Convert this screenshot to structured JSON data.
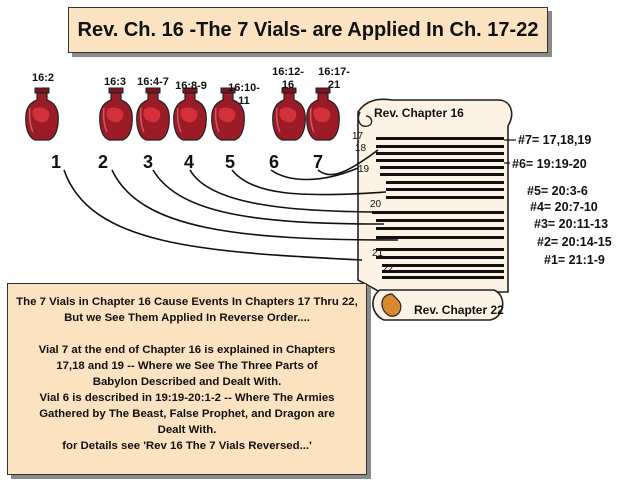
{
  "title": "Rev. Ch. 16  -The 7 Vials-  are Applied In Ch. 17-22",
  "vials": [
    {
      "number": "1",
      "ref": "16:2"
    },
    {
      "number": "2",
      "ref": "16:3"
    },
    {
      "number": "3",
      "ref": "16:4-7"
    },
    {
      "number": "4",
      "ref": "16:8-9"
    },
    {
      "number": "5",
      "ref": "16:10-\n11"
    },
    {
      "number": "6",
      "ref": "16:12-\n16"
    },
    {
      "number": "7",
      "ref": "16:17-\n21"
    }
  ],
  "scroll": {
    "top_label": "Rev. Chapter 16",
    "bottom_label": "Rev. Chapter 22",
    "chapter_numbers": [
      "17",
      "18",
      "19",
      "20",
      "21",
      "22"
    ]
  },
  "fulfillments": [
    "#7= 17,18,19",
    "#6= 19:19-20",
    "#5= 20:3-6",
    "#4= 20:7-10",
    "#3=  20:11-13",
    "#2= 20:14-15",
    "#1=  21:1-9"
  ],
  "note": {
    "line1": "The 7 Vials in Chapter 16 Cause Events In Chapters 17 Thru 22, But we See Them Applied In Reverse Order....",
    "line2": "Vial 7 at the end of Chapter 16 is explained in Chapters 17,18 and 19 -- Where we See The Three Parts of Babylon Described and Dealt With.",
    "line3": "Vial 6 is described in 19:19-20:1-2 -- Where The Armies Gathered by The Beast, False Prophet, and Dragon are Dealt With.",
    "line4": "for Details see 'Rev 16 The 7 Vials Reversed...'"
  },
  "colors": {
    "box_fill": "#fbe3c2",
    "vial_red": "#9b1b26",
    "scroll_fill": "#fdf3e4",
    "scroll_curl": "#d98a2f"
  }
}
